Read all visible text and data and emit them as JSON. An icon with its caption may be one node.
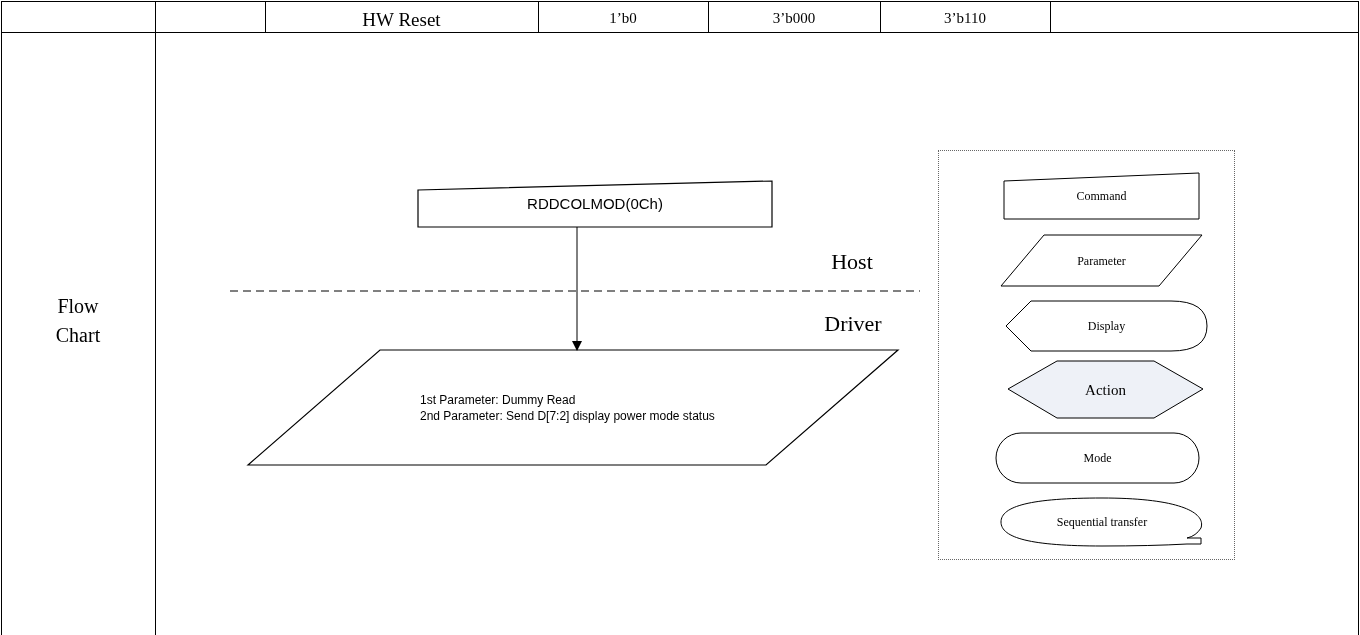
{
  "diagram": {
    "nodes": [
      {
        "text": [
          "RDDCOLMOD(0Ch)"
        ]
      },
      {
        "text": [
          "1st Parameter: Dummy Read",
          "2nd Parameter: Send D[7:2] display power mode status"
        ]
      }
    ],
    "edges": [
      {
        "from": 0,
        "to": 1,
        "arrow": "to"
      }
    ],
    "labels": [
      "HW Reset",
      "1’b0",
      "3’b000",
      "3’b110",
      "Flow Chart",
      "Host",
      "Driver"
    ],
    "legend": [
      {
        "text": "Command"
      },
      {
        "text": "Parameter"
      },
      {
        "text": "Display"
      },
      {
        "text": "Action"
      },
      {
        "text": "Mode"
      },
      {
        "text": "Sequential transfer"
      }
    ]
  }
}
